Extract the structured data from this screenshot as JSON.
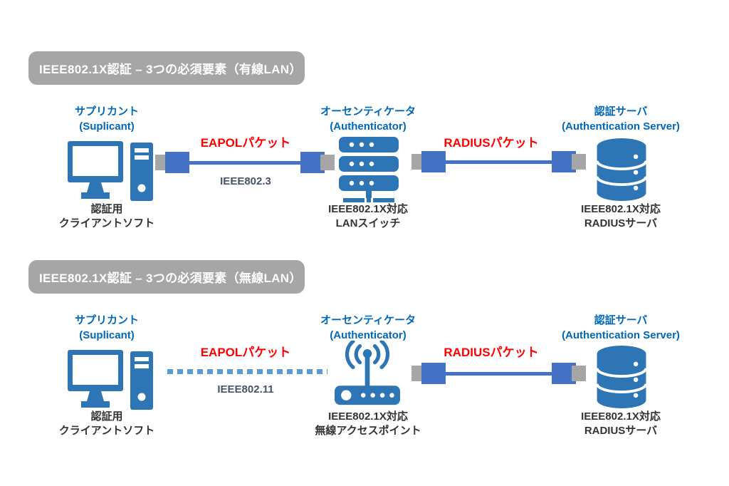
{
  "colors": {
    "icon_blue": "#2E75B6",
    "connector_blue": "#4472C4",
    "connector_gray": "#A6A6A6",
    "title_bg": "#A6A6A6",
    "title_text": "#FFFFFF",
    "heading_blue": "#0068B7",
    "label_red": "#FF0000",
    "label_navy": "#44546A",
    "caption_black": "#333333",
    "dotted_blue": "#5B9BD5"
  },
  "icons": {
    "supplicant": "desktop-computer-icon",
    "wired_authenticator": "lan-switch-icon",
    "wireless_authenticator": "wireless-access-point-icon",
    "auth_server": "database-server-icon",
    "link_plug": "cable-connector-icon"
  },
  "diagrams": [
    {
      "id": "wired",
      "title": "IEEE802.1X認証 – 3つの必須要素（有線LAN）",
      "nodes": [
        {
          "heading": "サプリカント",
          "heading_en": "(Suplicant)",
          "caption_line1": "認証用",
          "caption_line2": "クライアントソフト"
        },
        {
          "heading": "オーセンティケータ",
          "heading_en": "(Authenticator)",
          "caption_line1": "IEEE802.1X対応",
          "caption_line2": "LANスイッチ"
        },
        {
          "heading": "認証サーバ",
          "heading_en": "(Authentication Server)",
          "caption_line1": "IEEE802.1X対応",
          "caption_line2": "RADIUSサーバ"
        }
      ],
      "links": [
        {
          "type": "cable",
          "label_top": "EAPOLパケット",
          "label_bottom": "IEEE802.3"
        },
        {
          "type": "cable",
          "label_top": "RADIUSパケット",
          "label_bottom": ""
        }
      ]
    },
    {
      "id": "wireless",
      "title": "IEEE802.1X認証 – 3つの必須要素（無線LAN）",
      "nodes": [
        {
          "heading": "サプリカント",
          "heading_en": "(Suplicant)",
          "caption_line1": "認証用",
          "caption_line2": "クライアントソフト"
        },
        {
          "heading": "オーセンティケータ",
          "heading_en": "(Authenticator)",
          "caption_line1": "IEEE802.1X対応",
          "caption_line2": "無線アクセスポイント"
        },
        {
          "heading": "認証サーバ",
          "heading_en": "(Authentication Server)",
          "caption_line1": "IEEE802.1X対応",
          "caption_line2": "RADIUSサーバ"
        }
      ],
      "links": [
        {
          "type": "wireless-dotted",
          "label_top": "EAPOLパケット",
          "label_bottom": "IEEE802.11"
        },
        {
          "type": "cable",
          "label_top": "RADIUSパケット",
          "label_bottom": ""
        }
      ]
    }
  ]
}
